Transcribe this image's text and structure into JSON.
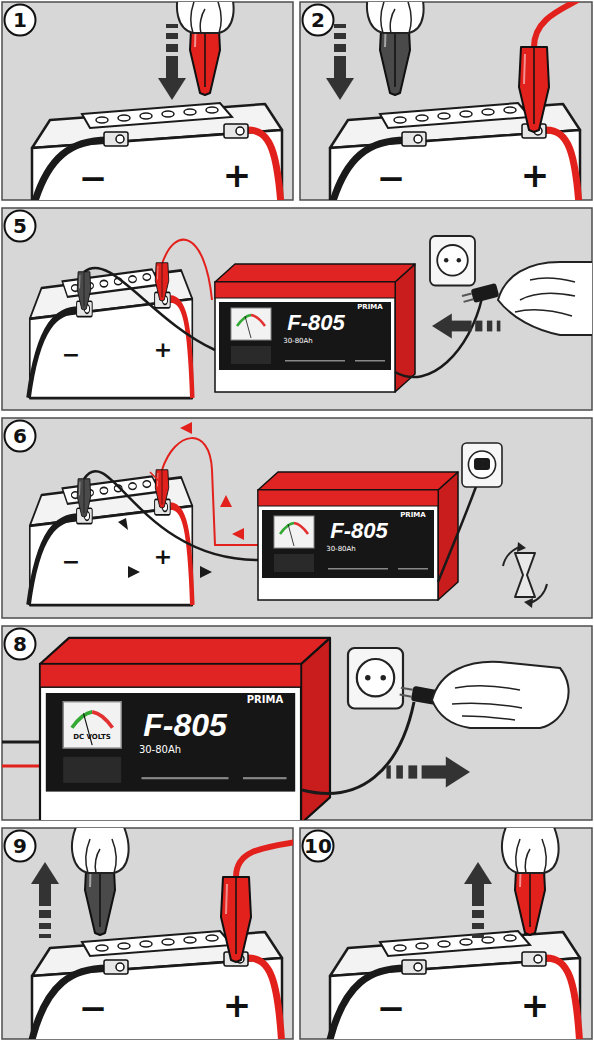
{
  "diagram": {
    "nodes": [
      {
        "text": [
          "1"
        ]
      },
      {
        "text": [
          "2"
        ]
      },
      {
        "text": [
          "5"
        ]
      },
      {
        "text": [
          "6"
        ]
      },
      {
        "text": [
          "8"
        ]
      },
      {
        "text": [
          "9"
        ]
      },
      {
        "text": [
          "10"
        ]
      }
    ],
    "labels": [
      "−",
      "+",
      "−",
      "+",
      "−",
      "+",
      "PRIMA",
      "F-805",
      "30-80Ah",
      "−",
      "+",
      "PRIMA",
      "F-805",
      "30-80Ah",
      "DC VOLTS",
      "PRIMA",
      "F-805",
      "30-80Ah",
      "−",
      "+",
      "−",
      "+"
    ]
  }
}
